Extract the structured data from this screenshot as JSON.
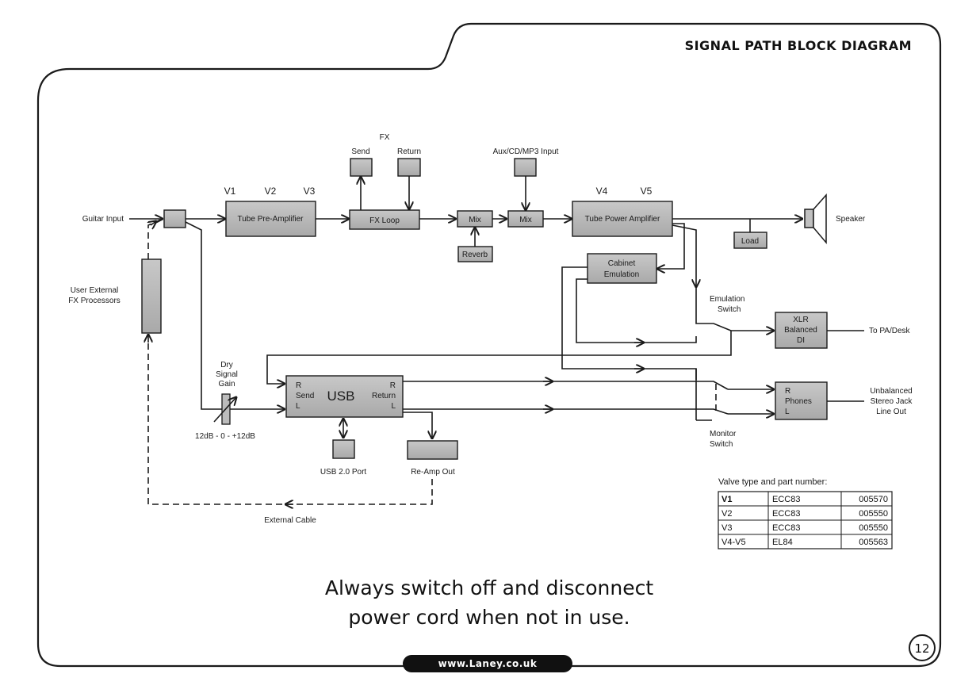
{
  "header": {
    "title": "SIGNAL PATH BLOCK DIAGRAM",
    "page_number": "12",
    "website": "www.Laney.co.uk"
  },
  "notice": {
    "line1": "Always switch off and disconnect",
    "line2": "power cord when not in use."
  },
  "labels": {
    "guitar_input": "Guitar Input",
    "user_fx_1": "User External",
    "user_fx_2": "FX Processors",
    "v1": "V1",
    "v2": "V2",
    "v3": "V3",
    "v4": "V4",
    "v5": "V5",
    "tube_preamp": "Tube Pre-Amplifier",
    "fx": "FX",
    "fx_send": "Send",
    "fx_return": "Return",
    "fx_loop": "FX Loop",
    "aux_input": "Aux/CD/MP3 Input",
    "mix": "Mix",
    "reverb": "Reverb",
    "tube_power_amp": "Tube Power Amplifier",
    "speaker": "Speaker",
    "load": "Load",
    "cabinet_1": "Cabinet",
    "cabinet_2": "Emulation",
    "emulation_switch_1": "Emulation",
    "emulation_switch_2": "Switch",
    "xlr_1": "XLR",
    "xlr_2": "Balanced",
    "xlr_3": "DI",
    "to_pa": "To PA/Desk",
    "dry_1": "Dry",
    "dry_2": "Signal",
    "dry_3": "Gain",
    "gain_range": "12dB - 0 - +12dB",
    "usb": "USB",
    "usb_r_left": "R",
    "usb_send": "Send",
    "usb_l_left": "L",
    "usb_r_right": "R",
    "usb_return": "Return",
    "usb_l_right": "L",
    "usb_port": "USB 2.0 Port",
    "reamp_out": "Re-Amp Out",
    "external_cable": "External Cable",
    "phones_r": "R",
    "phones": "Phones",
    "phones_l": "L",
    "unbalanced_1": "Unbalanced",
    "unbalanced_2": "Stereo Jack",
    "unbalanced_3": "Line Out",
    "monitor_switch_1": "Monitor",
    "monitor_switch_2": "Switch"
  },
  "valve_table": {
    "title": "Valve type and part number:",
    "rows": [
      {
        "valve": "V1",
        "type": "ECC83",
        "part": "005570"
      },
      {
        "valve": "V2",
        "type": "ECC83",
        "part": "005550"
      },
      {
        "valve": "V3",
        "type": "ECC83",
        "part": "005550"
      },
      {
        "valve": "V4-V5",
        "type": "EL84",
        "part": "005563"
      }
    ]
  }
}
